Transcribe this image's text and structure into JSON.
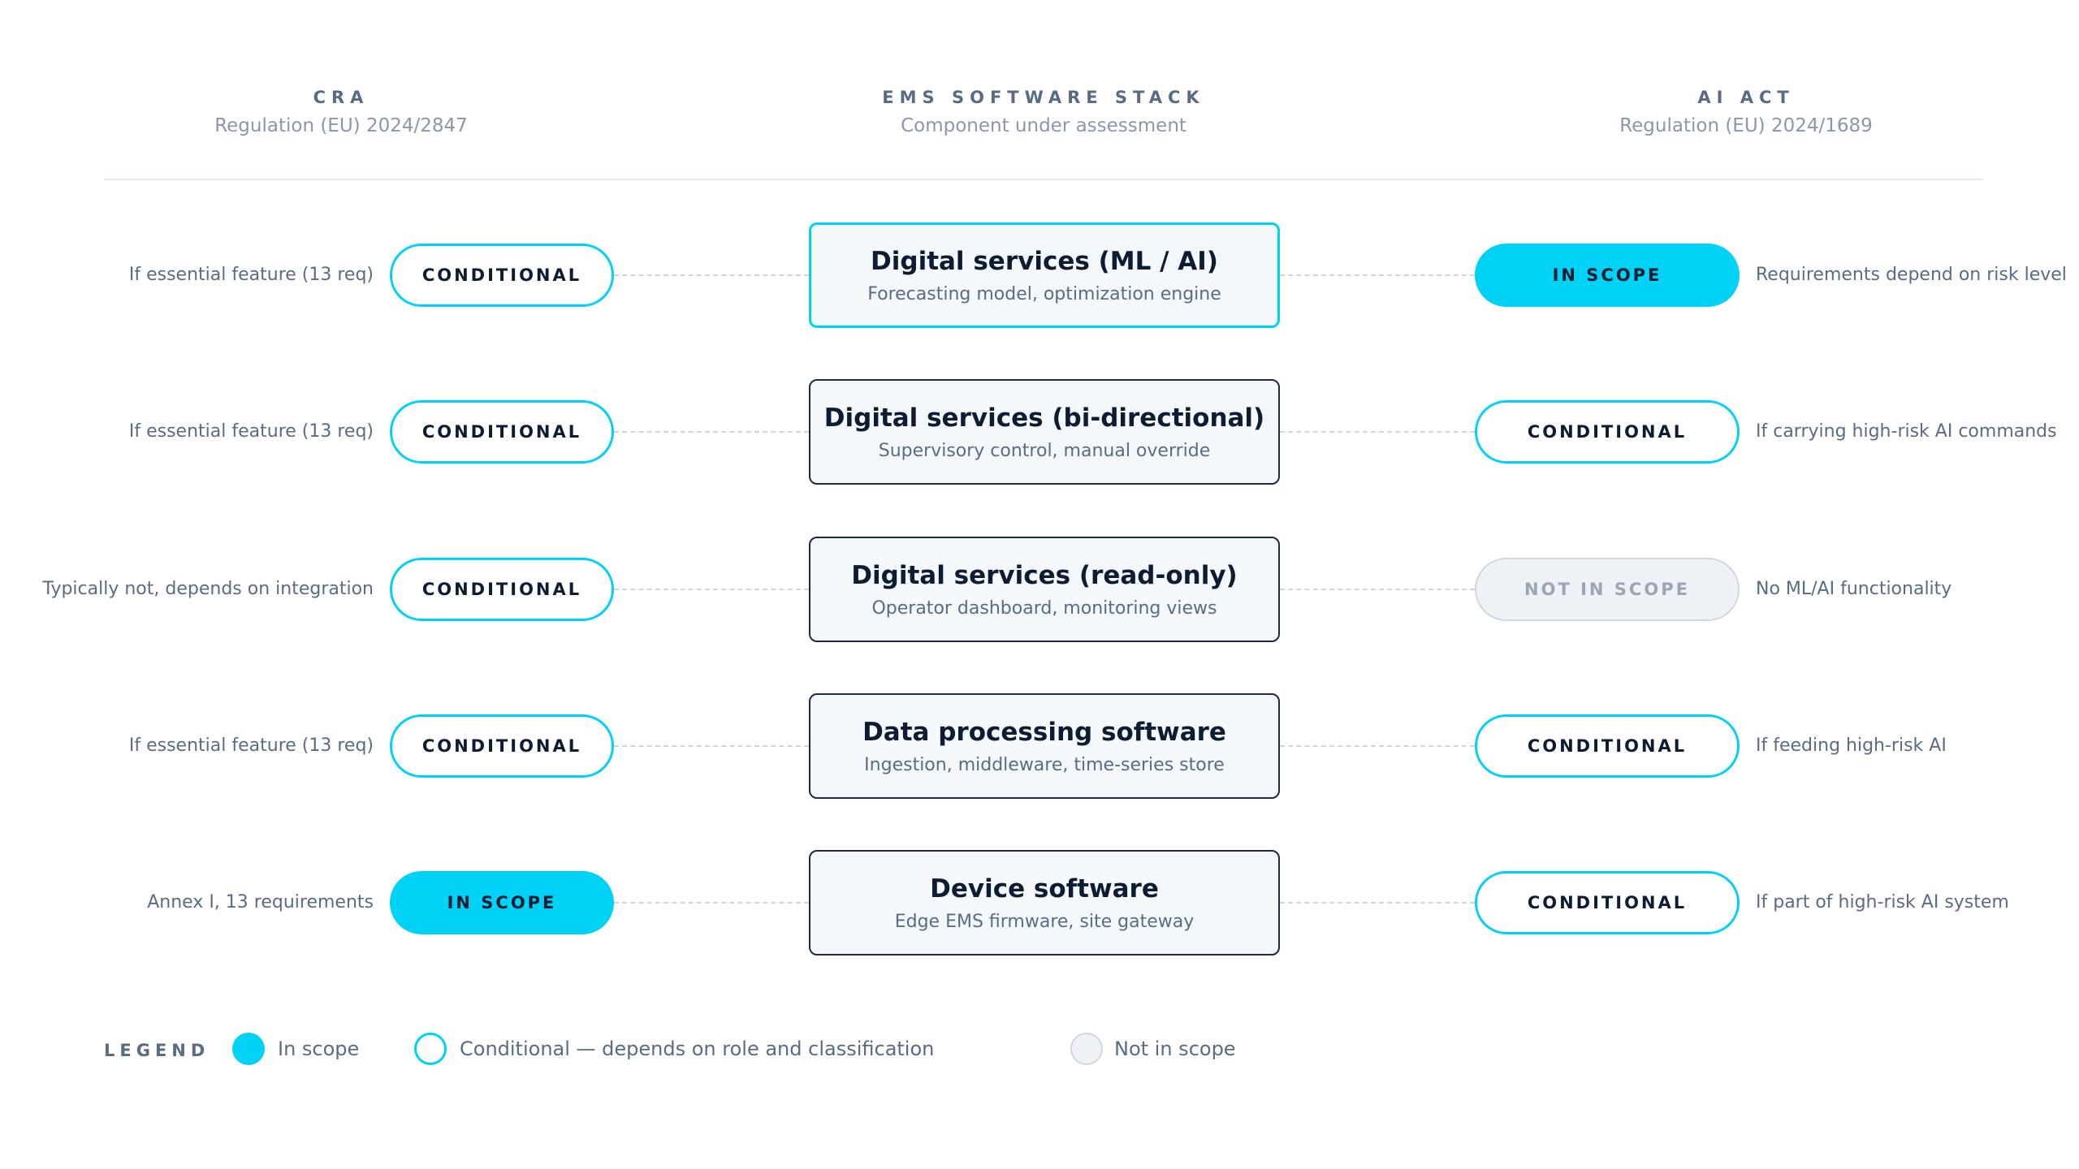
{
  "columns": {
    "cra": {
      "title": "CRA",
      "subtitle": "Regulation (EU) 2024/2847"
    },
    "ems": {
      "title": "EMS SOFTWARE STACK",
      "subtitle": "Component under assessment"
    },
    "ai": {
      "title": "AI ACT",
      "subtitle": "Regulation (EU) 2024/1689"
    }
  },
  "rows": [
    {
      "component": "Digital services (ML / AI)",
      "detail": "Forecasting model, optimization engine",
      "highlighted": true,
      "cra": {
        "status": "CONDITIONAL",
        "note": "If essential feature (13 req)"
      },
      "ai": {
        "status": "IN SCOPE",
        "note": "Requirements depend on risk level"
      }
    },
    {
      "component": "Digital services (bi-directional)",
      "detail": "Supervisory control, manual override",
      "highlighted": false,
      "cra": {
        "status": "CONDITIONAL",
        "note": "If essential feature (13 req)"
      },
      "ai": {
        "status": "CONDITIONAL",
        "note": "If carrying high-risk AI commands"
      }
    },
    {
      "component": "Digital services (read-only)",
      "detail": "Operator dashboard, monitoring views",
      "highlighted": false,
      "cra": {
        "status": "CONDITIONAL",
        "note": "Typically not, depends on integration"
      },
      "ai": {
        "status": "NOT IN SCOPE",
        "note": "No ML/AI functionality"
      }
    },
    {
      "component": "Data processing software",
      "detail": "Ingestion, middleware, time-series store",
      "highlighted": false,
      "cra": {
        "status": "CONDITIONAL",
        "note": "If essential feature (13 req)"
      },
      "ai": {
        "status": "CONDITIONAL",
        "note": "If feeding high-risk AI"
      }
    },
    {
      "component": "Device software",
      "detail": "Edge EMS firmware, site gateway",
      "highlighted": false,
      "cra": {
        "status": "IN SCOPE",
        "note": "Annex I, 13 requirements"
      },
      "ai": {
        "status": "CONDITIONAL",
        "note": "If part of high-risk AI system"
      }
    }
  ],
  "legend": {
    "title": "LEGEND",
    "items": [
      {
        "kind": "in",
        "label": "In scope"
      },
      {
        "kind": "cond",
        "label": "Conditional — depends on role and classification"
      },
      {
        "kind": "not",
        "label": "Not in scope"
      }
    ]
  },
  "colors": {
    "accent": "#00d2f5",
    "navy": "#0d1b33",
    "muted": "#5a6b85",
    "not_in_scope_fill": "#eef1f5"
  }
}
